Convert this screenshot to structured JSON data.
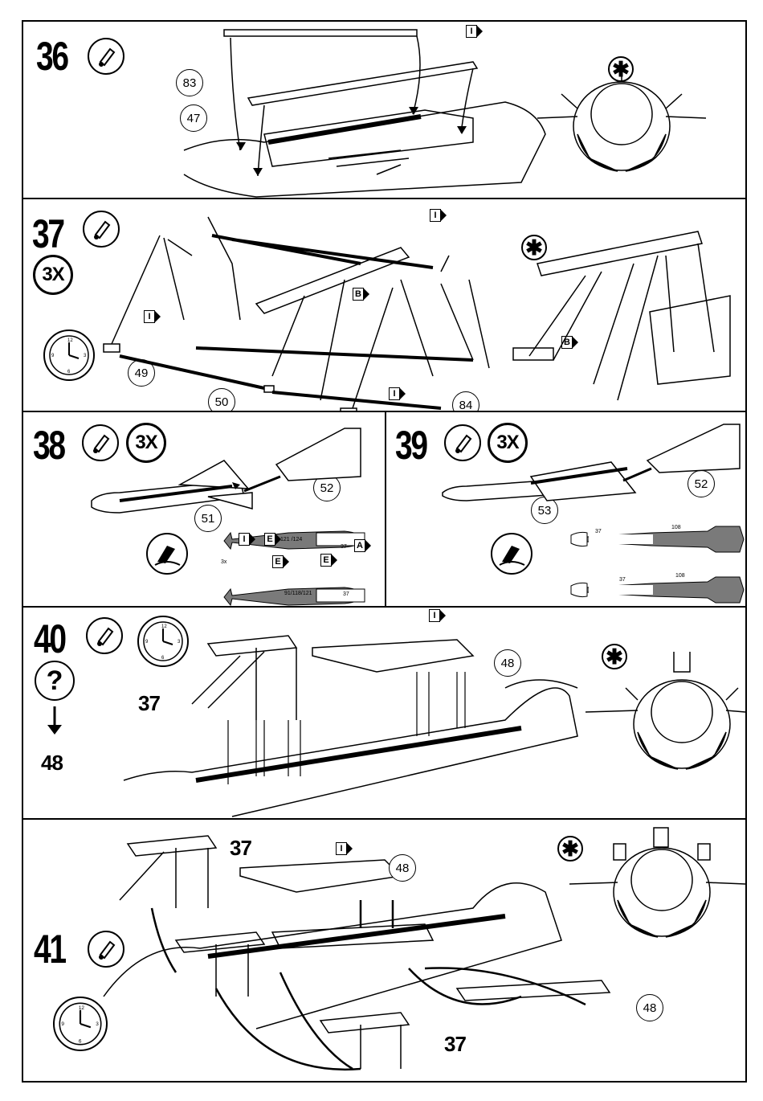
{
  "steps": {
    "s36": {
      "number": "36",
      "parts": [
        "83",
        "47"
      ],
      "tag": "I"
    },
    "s37": {
      "number": "37",
      "multiplier": "3X",
      "parts": [
        "49",
        "50",
        "84"
      ],
      "tags": [
        "I",
        "B"
      ]
    },
    "s38": {
      "number": "38",
      "multiplier": "3X",
      "parts": [
        "51",
        "52"
      ],
      "decals": {
        "top": "121 /124",
        "top_small": "37",
        "bottom": "91/118/121",
        "bottom_small": "37",
        "qty": "3x",
        "tags": [
          "I",
          "E",
          "A"
        ]
      }
    },
    "s39": {
      "number": "39",
      "multiplier": "3X",
      "parts": [
        "53",
        "52"
      ],
      "decals": {
        "n1": "37",
        "n2": "108",
        "n3": "37",
        "n4": "108"
      }
    },
    "s40": {
      "number": "40",
      "question": "?",
      "goto": "48",
      "refs": [
        "37",
        "48"
      ]
    },
    "s41": {
      "number": "41",
      "refs": [
        "37",
        "48",
        "48",
        "37"
      ]
    }
  },
  "icons": {
    "glue": "glue-tube-icon",
    "clock": "drying-clock-icon",
    "detail": "asterisk-detail-icon",
    "paint": "paint-decal-icon"
  },
  "colors": {
    "ink": "#000000",
    "paper": "#ffffff",
    "shade": "#7a7a7a"
  }
}
